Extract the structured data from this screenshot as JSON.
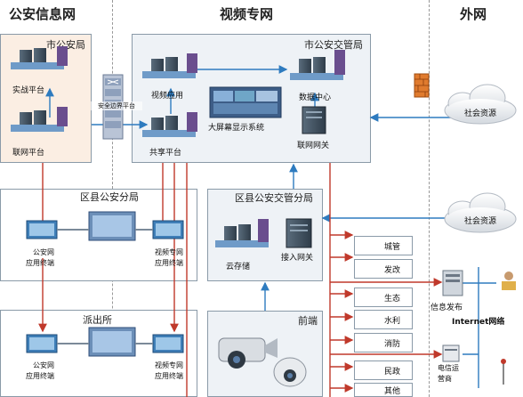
{
  "headers": {
    "public_security_net": "公安信息网",
    "video_net": "视频专网",
    "external_net": "外网"
  },
  "city_bureau": {
    "title": "市公安局",
    "combat_platform": "实战平台",
    "network_platform": "联网平台"
  },
  "security_gateway": "安全边界平台",
  "traffic_bureau": {
    "title": "市公安交管局",
    "video_app": "视频应用",
    "data_center": "数据中心",
    "big_screen": "大屏幕显示系统",
    "share_platform": "共享平台",
    "network_gateway": "联网网关"
  },
  "social_resource_1": "社会资源",
  "social_resource_2": "社会资源",
  "district_bureau": {
    "title": "区县公安分局",
    "left_terminal": [
      "公安网",
      "应用终端"
    ],
    "right_terminal": [
      "视频专网",
      "应用终端"
    ]
  },
  "district_traffic": {
    "title": "区县公安交管分局",
    "cloud_storage": "云存储",
    "access_gateway": "接入网关"
  },
  "police_station": {
    "title": "派出所",
    "left_terminal": [
      "公安网",
      "应用终端"
    ],
    "right_terminal": [
      "视频专网",
      "应用终端"
    ]
  },
  "front_end": "前端",
  "departments": [
    "城管",
    "发改",
    "生态",
    "水利",
    "消防",
    "民政",
    "其他"
  ],
  "info_release": "信息发布",
  "internet": "Internet网络",
  "telecom": [
    "电信运",
    "营商"
  ]
}
